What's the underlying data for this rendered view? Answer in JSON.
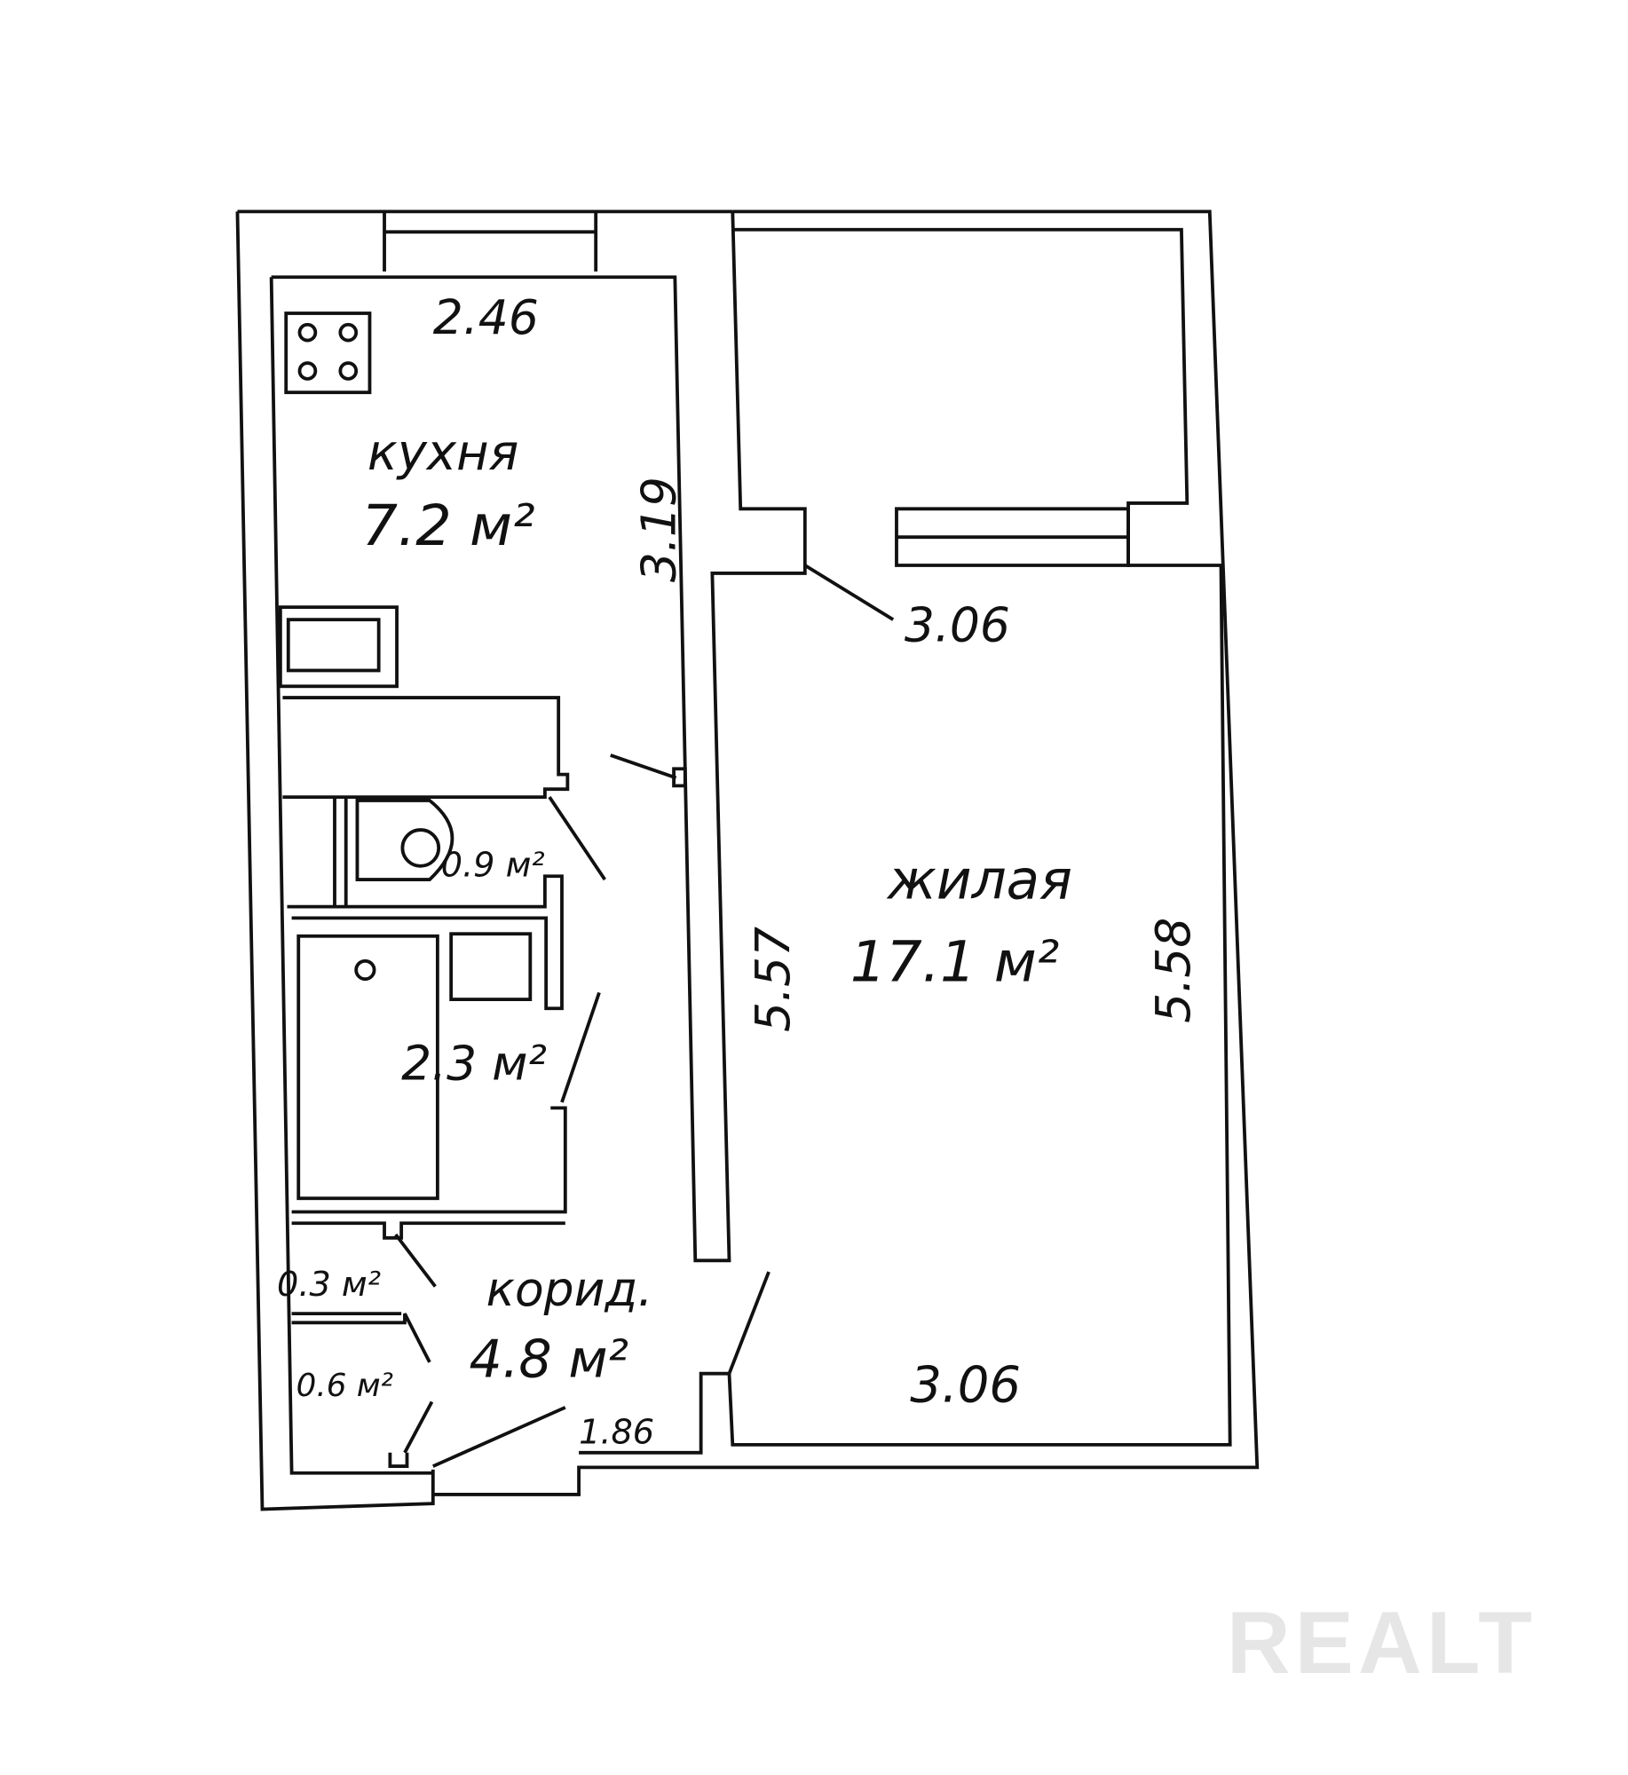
{
  "rooms": {
    "kitchen": {
      "name": "кухня",
      "area": "7.2 м²"
    },
    "living": {
      "name": "жилая",
      "area": "17.1 м²"
    },
    "toilet": {
      "area": "0.9 м²"
    },
    "bathroom": {
      "area": "2.3 м²"
    },
    "closet_small": {
      "area": "0.3 м²"
    },
    "closet": {
      "area": "0.6 м²"
    },
    "corridor": {
      "name": "корид.",
      "area": "4.8 м²"
    }
  },
  "dimensions": {
    "kitchen_width": "2.46",
    "kitchen_length": "3.19",
    "living_top": "3.06",
    "living_left": "5.57",
    "living_right": "5.58",
    "living_bottom": "3.06",
    "corridor": "1.86"
  },
  "watermark": "REALT"
}
